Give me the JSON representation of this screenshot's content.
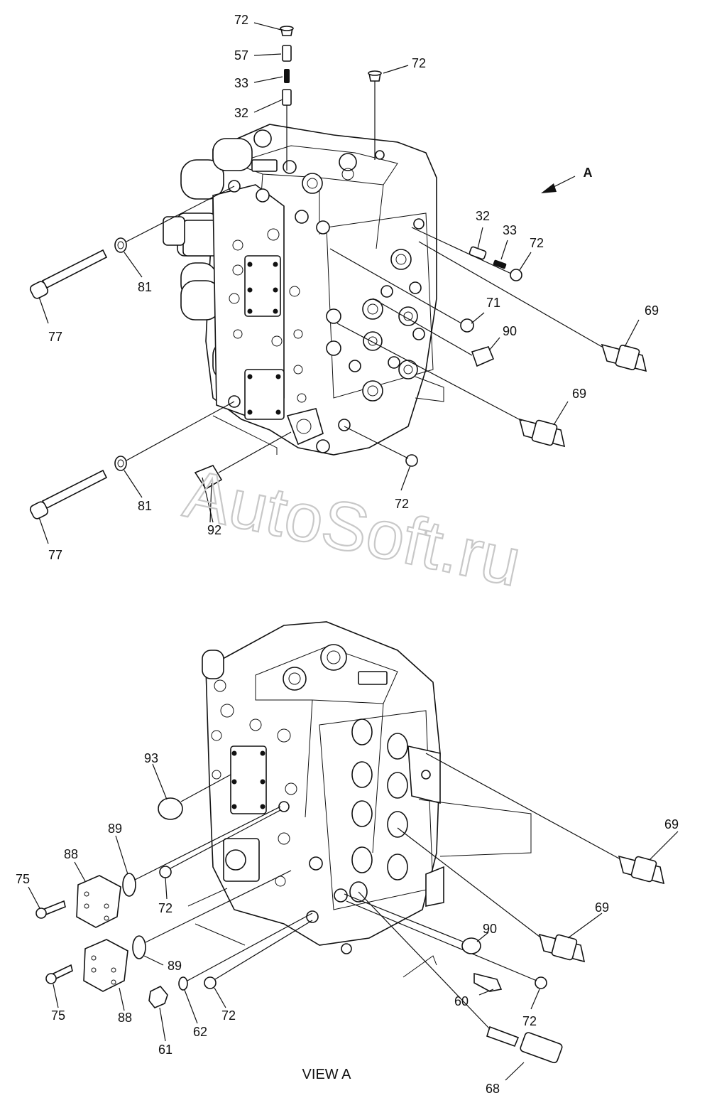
{
  "callouts_top": [
    {
      "id": "c72a",
      "label": "72"
    },
    {
      "id": "c57",
      "label": "57"
    },
    {
      "id": "c33a",
      "label": "33"
    },
    {
      "id": "c32a",
      "label": "32"
    },
    {
      "id": "c72b",
      "label": "72"
    },
    {
      "id": "cA",
      "label": "A"
    },
    {
      "id": "c32b",
      "label": "32"
    },
    {
      "id": "c33b",
      "label": "33"
    },
    {
      "id": "c72c",
      "label": "72"
    },
    {
      "id": "c81a",
      "label": "81"
    },
    {
      "id": "c77a",
      "label": "77"
    },
    {
      "id": "c71",
      "label": "71"
    },
    {
      "id": "c69a",
      "label": "69"
    },
    {
      "id": "c90a",
      "label": "90"
    },
    {
      "id": "c69b",
      "label": "69"
    },
    {
      "id": "c81b",
      "label": "81"
    },
    {
      "id": "c72d",
      "label": "72"
    },
    {
      "id": "c92",
      "label": "92"
    },
    {
      "id": "c77b",
      "label": "77"
    }
  ],
  "callouts_bottom": [
    {
      "id": "c93",
      "label": "93"
    },
    {
      "id": "c69c",
      "label": "69"
    },
    {
      "id": "c89a",
      "label": "89"
    },
    {
      "id": "c88a",
      "label": "88"
    },
    {
      "id": "c75a",
      "label": "75"
    },
    {
      "id": "c72e",
      "label": "72"
    },
    {
      "id": "c69d",
      "label": "69"
    },
    {
      "id": "c90b",
      "label": "90"
    },
    {
      "id": "c89b",
      "label": "89"
    },
    {
      "id": "c60",
      "label": "60"
    },
    {
      "id": "c75b",
      "label": "75"
    },
    {
      "id": "c88b",
      "label": "88"
    },
    {
      "id": "c72f",
      "label": "72"
    },
    {
      "id": "c72g",
      "label": "72"
    },
    {
      "id": "c62",
      "label": "62"
    },
    {
      "id": "c61",
      "label": "61"
    },
    {
      "id": "c68",
      "label": "68"
    }
  ],
  "view_label": "VIEW  A",
  "watermark": "AutoSoft.ru"
}
